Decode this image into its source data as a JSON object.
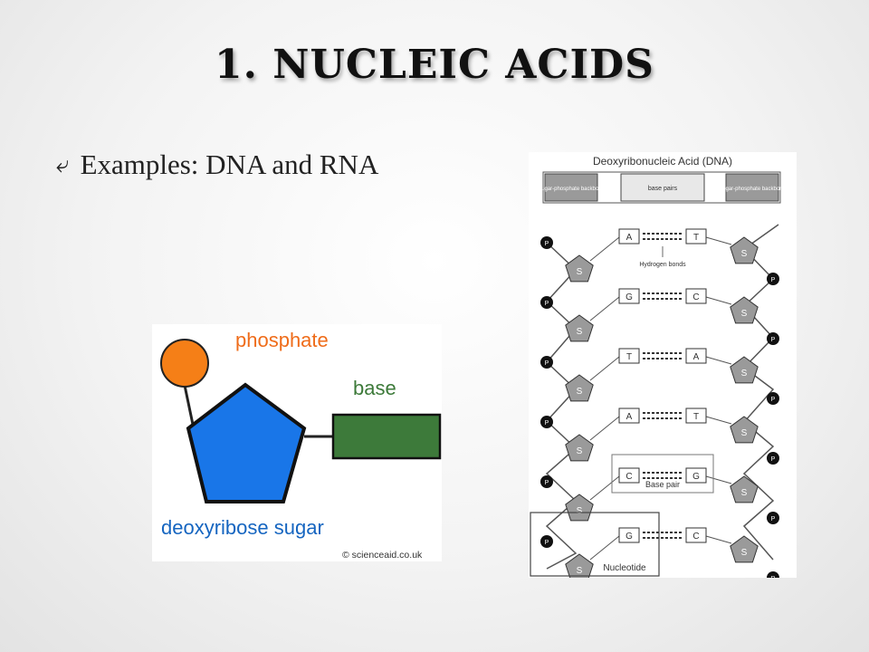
{
  "slide": {
    "title": "1. NUCLEIC ACIDS",
    "bullet_icon": "curved-arrow-bullet",
    "bullet_text": "Examples: DNA and RNA"
  },
  "nucleotide_figure": {
    "phosphate_label": "phosphate",
    "base_label": "base",
    "sugar_label": "deoxyribose sugar",
    "credit": "© scienceaid.co.uk",
    "colors": {
      "phosphate": "#f57f17",
      "sugar": "#1976e8",
      "base": "#3d7a3a",
      "phosphate_text": "#ef6c1a",
      "base_text": "#3d7a3a",
      "sugar_text": "#1565c0"
    }
  },
  "dna_figure": {
    "title": "Deoxyribonucleic Acid (DNA)",
    "header_left": "Sugar-phosphate backbone",
    "header_middle": "base pairs",
    "header_right": "Sugar-phosphate backbone",
    "hydrogen_label": "Hydrogen bonds",
    "base_pair_label": "Base pair",
    "nucleotide_label": "Nucleotide",
    "sugar_letter": "S",
    "phosphate_letter": "P",
    "pairs": [
      {
        "left": "A",
        "right": "T"
      },
      {
        "left": "G",
        "right": "C"
      },
      {
        "left": "T",
        "right": "A"
      },
      {
        "left": "A",
        "right": "T"
      },
      {
        "left": "C",
        "right": "G"
      },
      {
        "left": "G",
        "right": "C"
      }
    ]
  }
}
